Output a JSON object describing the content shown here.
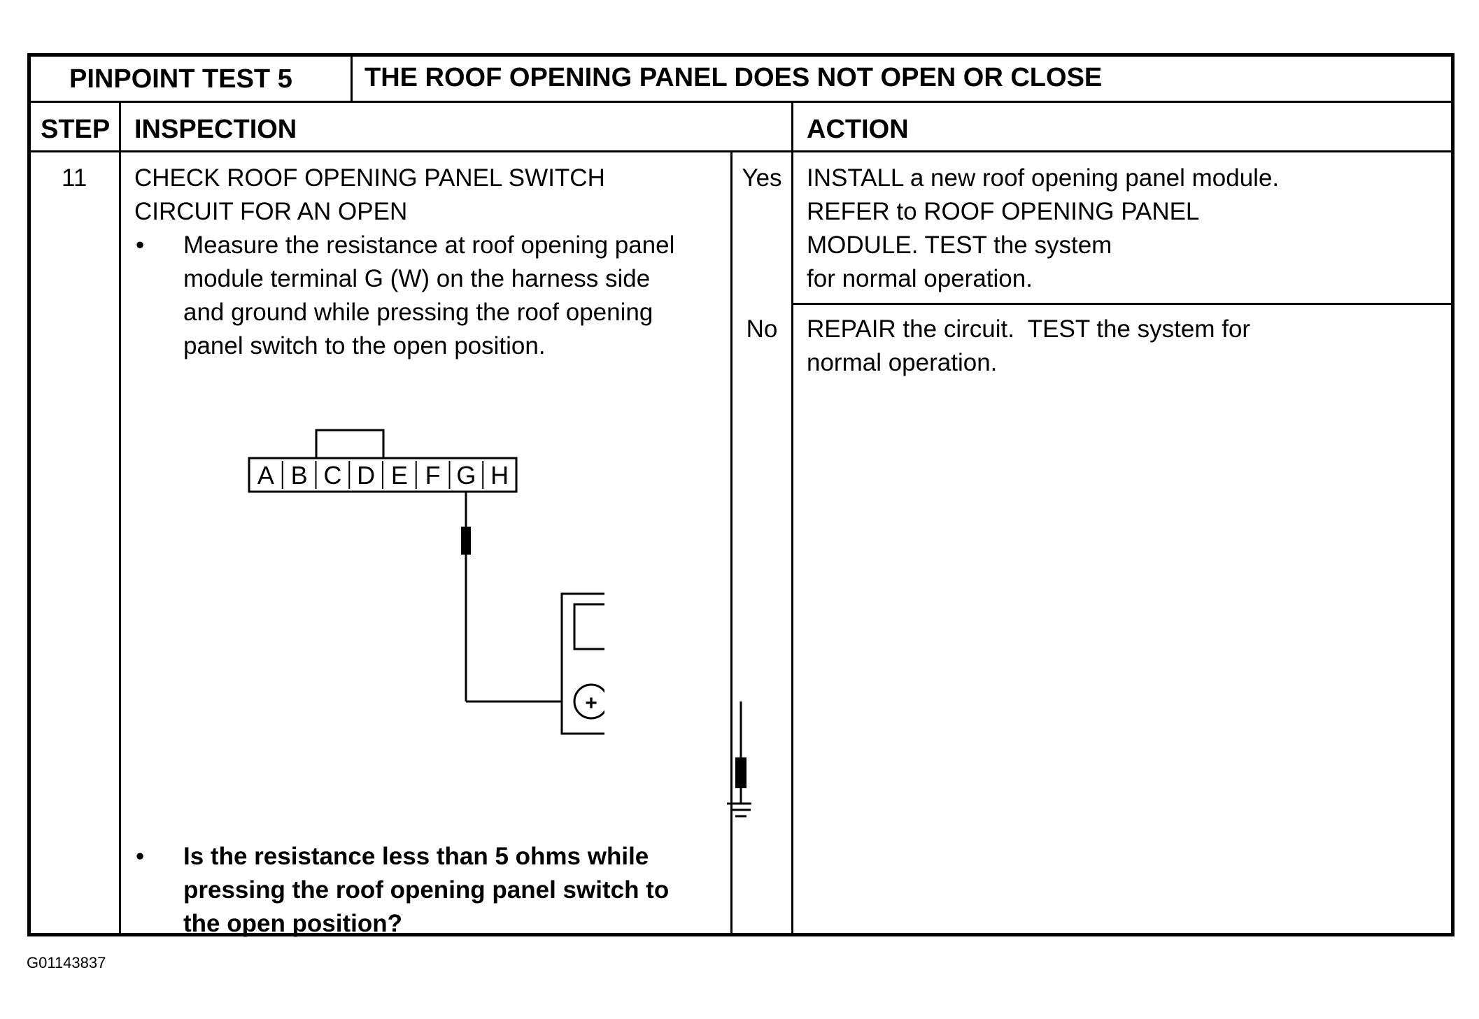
{
  "header": {
    "test_id": "PINPOINT TEST 5",
    "test_title": "THE ROOF OPENING PANEL DOES NOT OPEN OR CLOSE"
  },
  "columns": {
    "step": "STEP",
    "inspection": "INSPECTION",
    "action": "ACTION"
  },
  "step": {
    "number": "11",
    "title_line1": "CHECK ROOF OPENING PANEL SWITCH",
    "title_line2": "CIRCUIT FOR AN OPEN",
    "bullet1_line1": "Measure the resistance at roof opening panel",
    "bullet1_line2": "module terminal G (W) on the harness side",
    "bullet1_line3": "and ground while pressing the roof opening",
    "bullet1_line4": "panel switch to the open position.",
    "question_line1": "Is the resistance less than 5 ohms while",
    "question_line2": "pressing the roof opening panel switch to",
    "question_line3": "the open position?"
  },
  "connector": {
    "pins": [
      "A",
      "B",
      "C",
      "D",
      "E",
      "F",
      "G",
      "H"
    ]
  },
  "meter": {
    "display": "Ω",
    "plus": "+",
    "minus": "−"
  },
  "results": {
    "yes": {
      "label": "Yes",
      "line1": "INSTALL a new roof opening panel module.",
      "line2": "REFER to ROOF OPENING PANEL",
      "line3": "MODULE. TEST the system",
      "line4": "for normal operation."
    },
    "no": {
      "label": "No",
      "line1": "REPAIR the circuit.  TEST the system for",
      "line2": "normal operation."
    }
  },
  "document_id": "G01143837"
}
